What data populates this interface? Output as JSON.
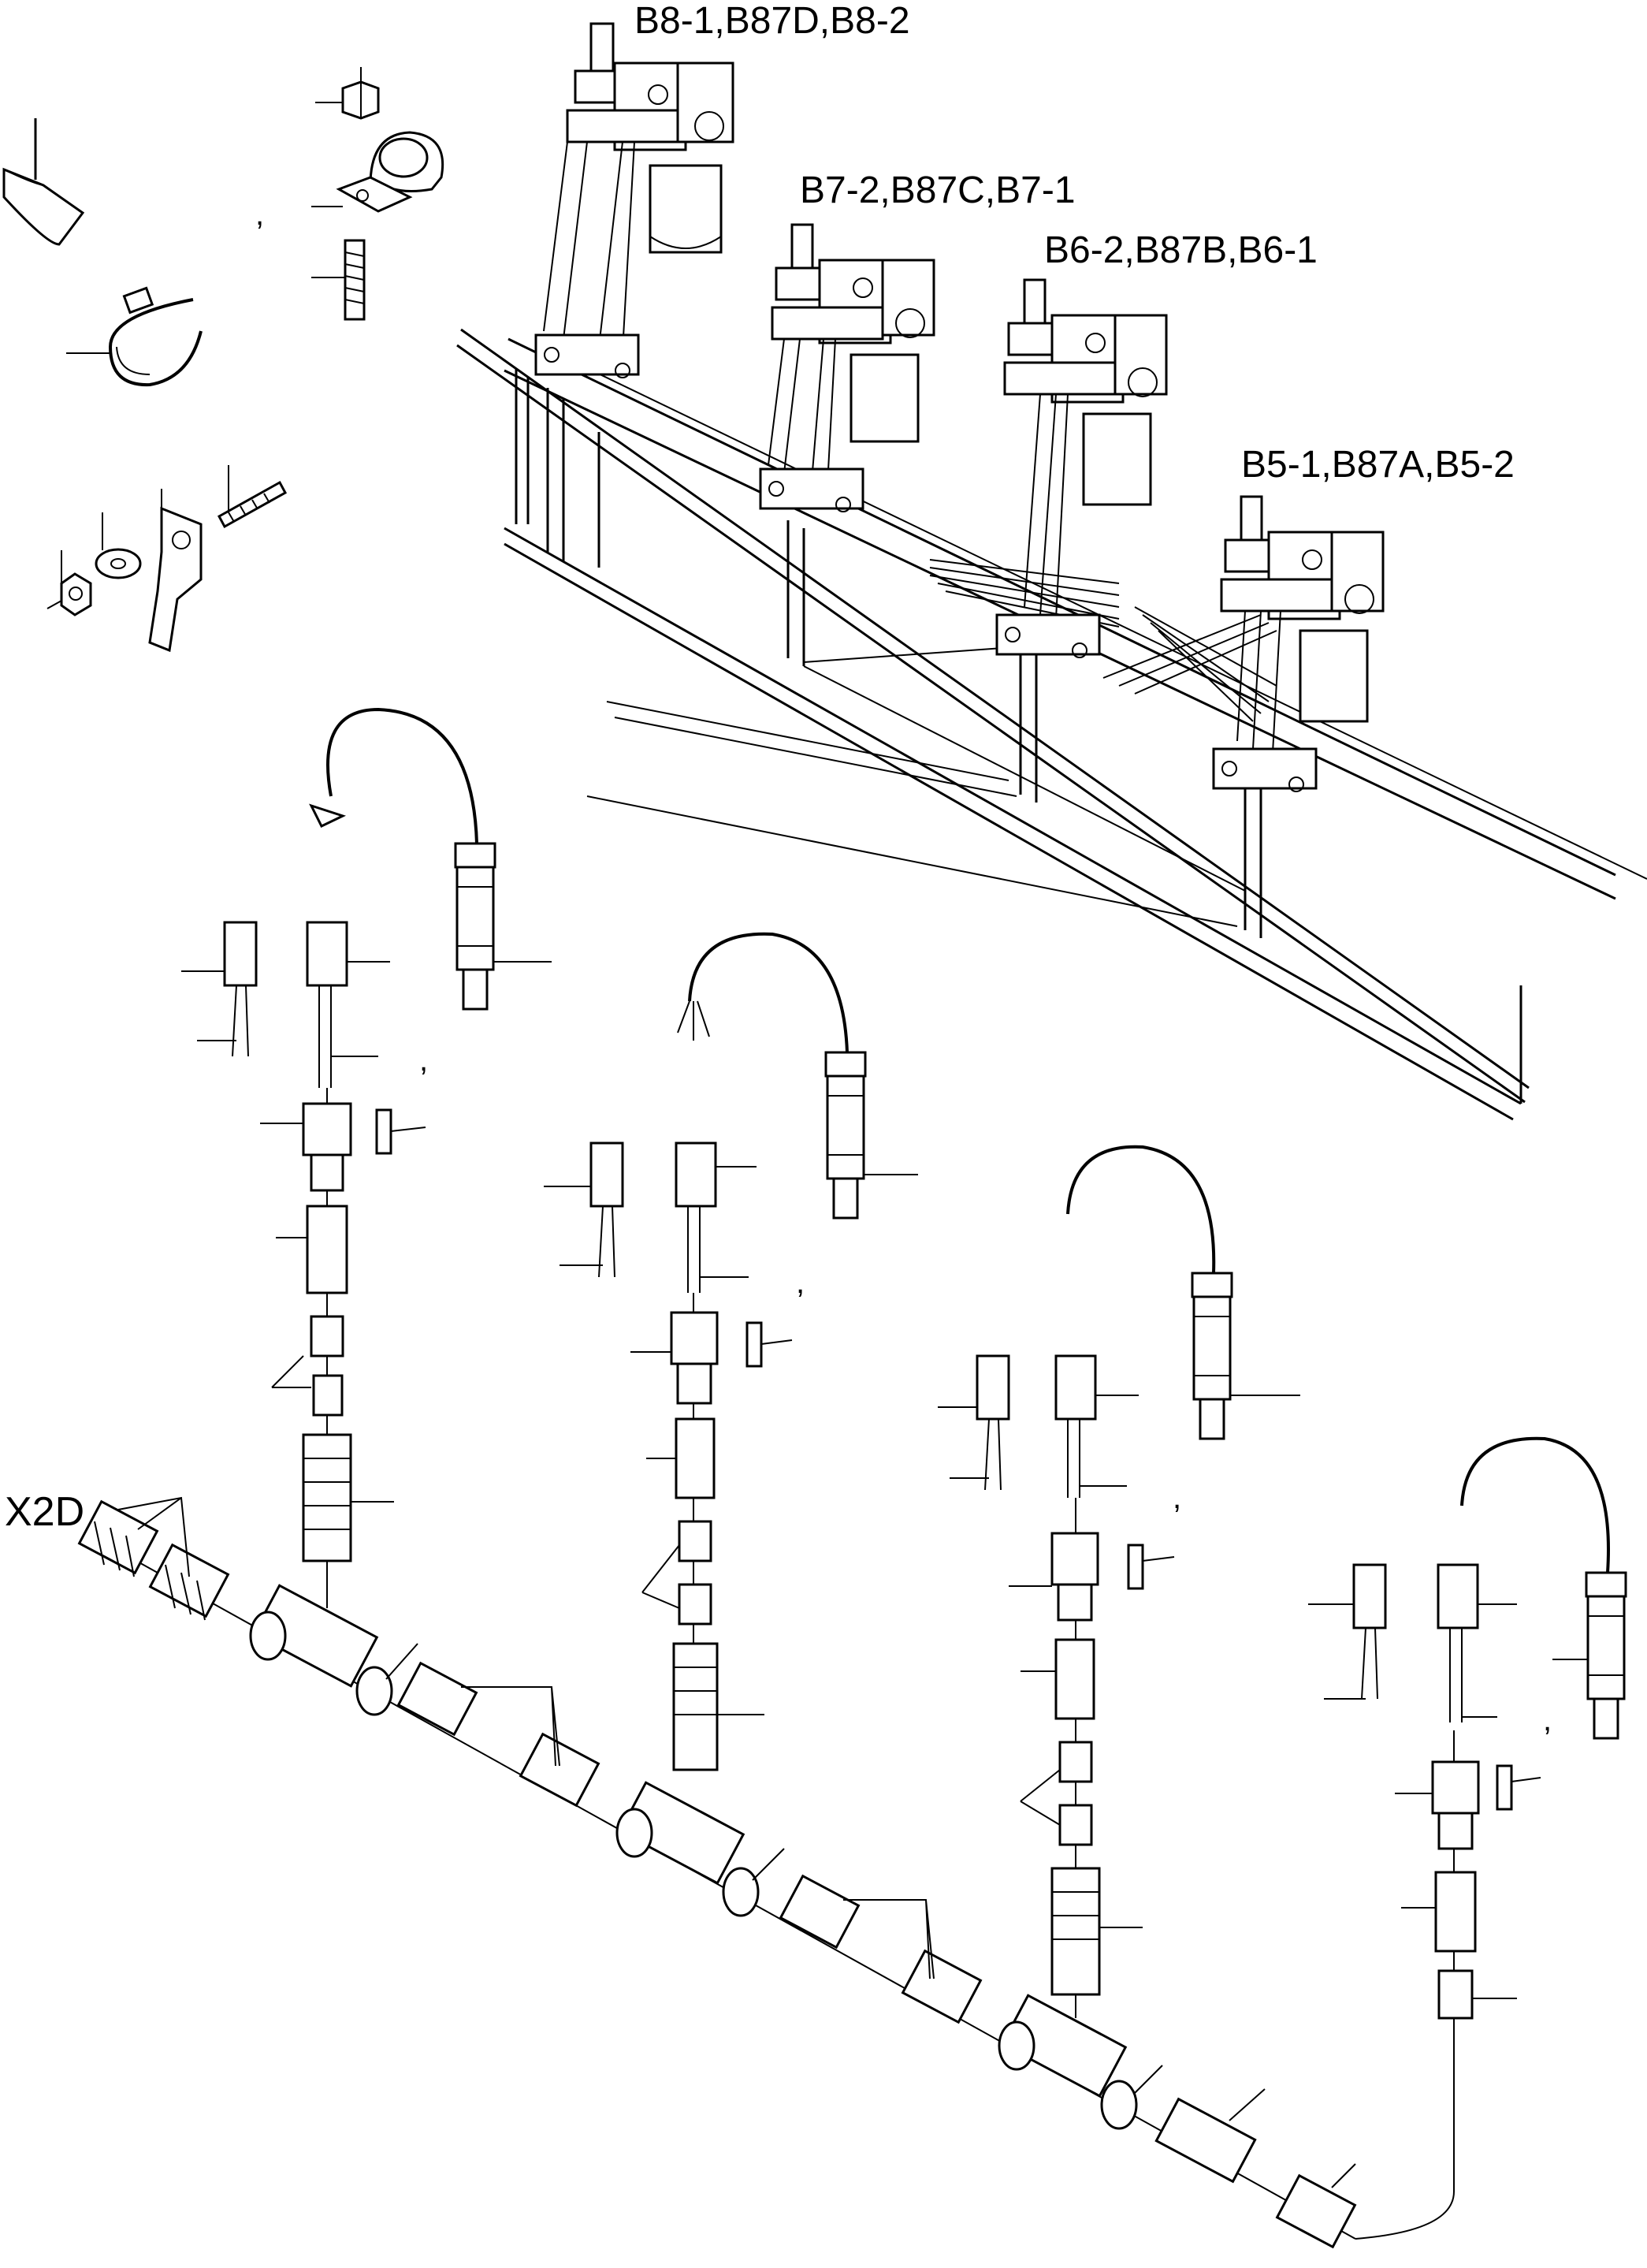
{
  "diagram": {
    "labels": {
      "b8": "B8-1,B87D,B8-2",
      "b7": "B7-2,B87C,B7-1",
      "b6": "B6-2,B87B,B6-1",
      "b5": "B5-1,B87A,B5-2",
      "x2d": "X2D"
    },
    "comma": ","
  },
  "colors": {
    "line": "#000000",
    "background": "#ffffff"
  }
}
